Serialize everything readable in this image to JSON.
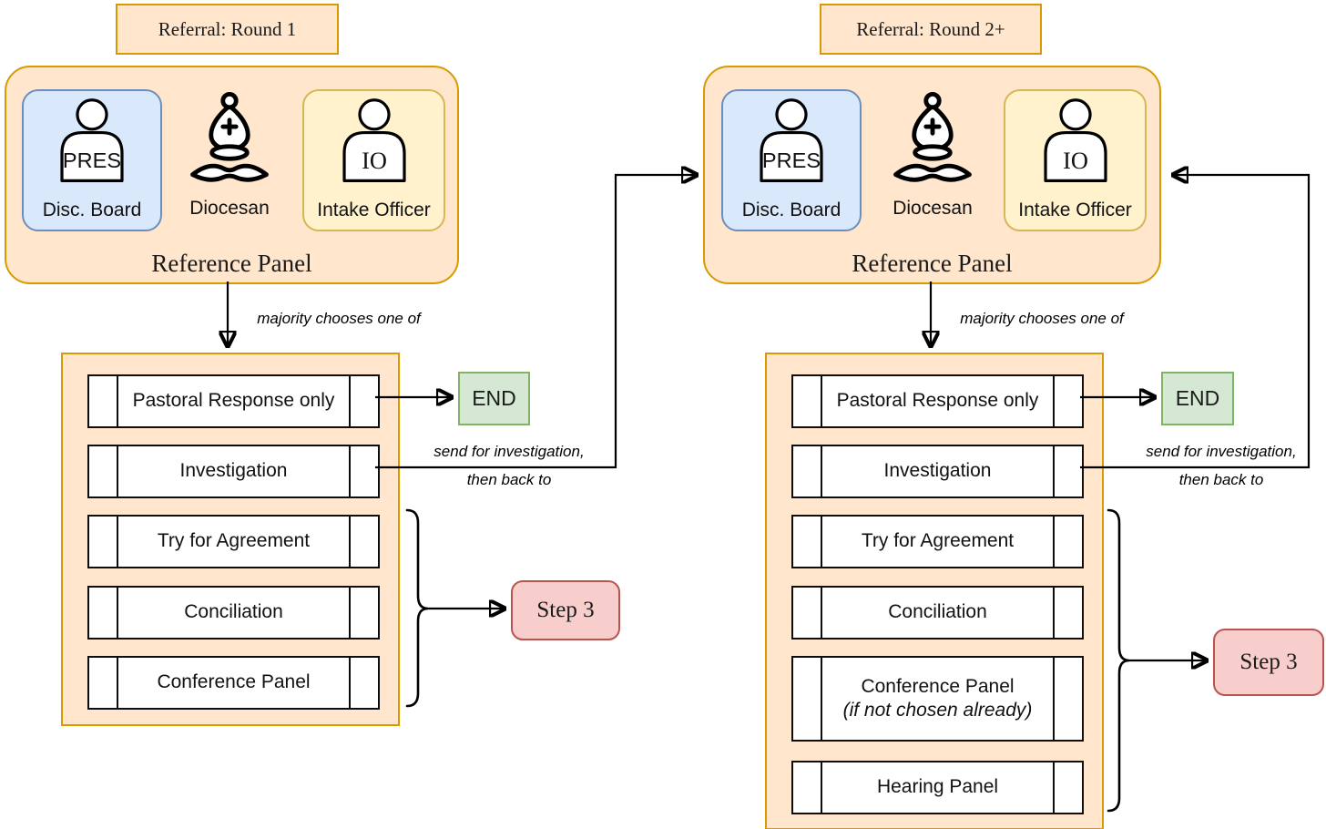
{
  "colors": {
    "panel_fill": "#ffe6cc",
    "panel_stroke": "#d79b00",
    "blue_fill": "#dae8fc",
    "blue_stroke": "#6c8ebf",
    "yellow_fill": "#fff2cc",
    "yellow_stroke": "#d6b656",
    "green_fill": "#d5e8d4",
    "green_stroke": "#82b366",
    "pink_fill": "#f8cecc",
    "pink_stroke": "#b85450",
    "line": "#000000"
  },
  "left": {
    "title": "Referral: Round 1",
    "panel": {
      "label": "Reference Panel",
      "members": [
        {
          "icon": "person",
          "badge": "PRES",
          "label": "Disc. Board"
        },
        {
          "icon": "bishop",
          "label": "Diocesan"
        },
        {
          "icon": "person",
          "badge": "IO",
          "label": "Intake Officer"
        }
      ]
    },
    "choose_label": "majority chooses one of",
    "options": [
      {
        "label": "Pastoral Response only"
      },
      {
        "label": "Investigation"
      },
      {
        "label": "Try for Agreement"
      },
      {
        "label": "Conciliation"
      },
      {
        "label": "Conference Panel"
      }
    ],
    "end_label": "END",
    "loop_label": {
      "line1": "send for investigation,",
      "line2": "then back to"
    },
    "step_label": "Step 3"
  },
  "right": {
    "title": "Referral: Round 2+",
    "panel": {
      "label": "Reference Panel",
      "members": [
        {
          "icon": "person",
          "badge": "PRES",
          "label": "Disc. Board"
        },
        {
          "icon": "bishop",
          "label": "Diocesan"
        },
        {
          "icon": "person",
          "badge": "IO",
          "label": "Intake Officer"
        }
      ]
    },
    "choose_label": "majority chooses one of",
    "options": [
      {
        "label": "Pastoral Response only"
      },
      {
        "label": "Investigation"
      },
      {
        "label": "Try for Agreement"
      },
      {
        "label": "Conciliation"
      },
      {
        "label": "Conference Panel",
        "note": "(if not chosen already)"
      },
      {
        "label": "Hearing Panel"
      }
    ],
    "end_label": "END",
    "loop_label": {
      "line1": "send for investigation,",
      "line2": "then back to"
    },
    "step_label": "Step 3"
  }
}
